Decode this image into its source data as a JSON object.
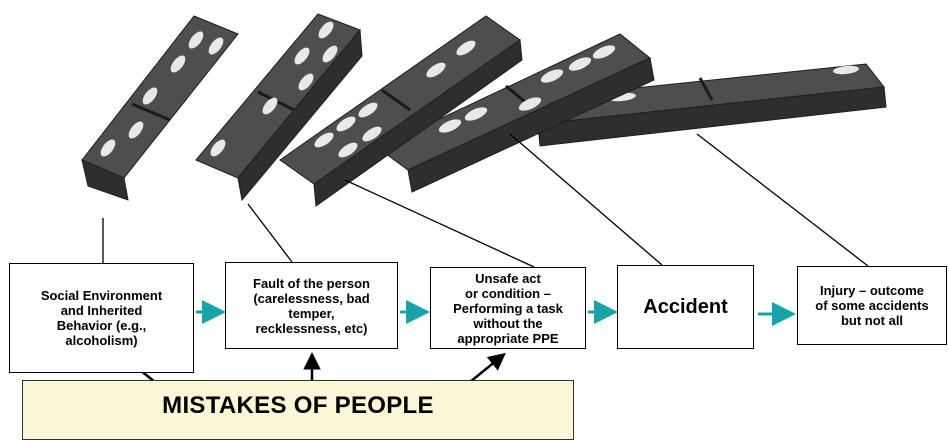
{
  "diagram": {
    "stages": [
      {
        "id": "stage-1",
        "label": "Social Environment\nand Inherited\nBehavior (e.g.,\nalcoholism)"
      },
      {
        "id": "stage-2",
        "label": "Fault of the person\n(carelessness, bad\ntemper,\nrecklessness, etc)"
      },
      {
        "id": "stage-3",
        "label": "Unsafe act\nor condition –\nPerforming a task\nwithout the\nappropriate PPE"
      },
      {
        "id": "stage-4",
        "label": "Accident"
      },
      {
        "id": "stage-5",
        "label": "Injury – outcome\nof some accidents\nbut not all"
      }
    ],
    "banner": {
      "label": "MISTAKES OF PEOPLE"
    },
    "colors": {
      "domino_face": "#3c3c3c",
      "domino_side": "#5a5a5a",
      "domino_edge": "#1e1e1e",
      "pip": "#e8e8e8",
      "flow_arrow": "#18a3a8",
      "banner_fill": "#fbf6d6"
    }
  }
}
